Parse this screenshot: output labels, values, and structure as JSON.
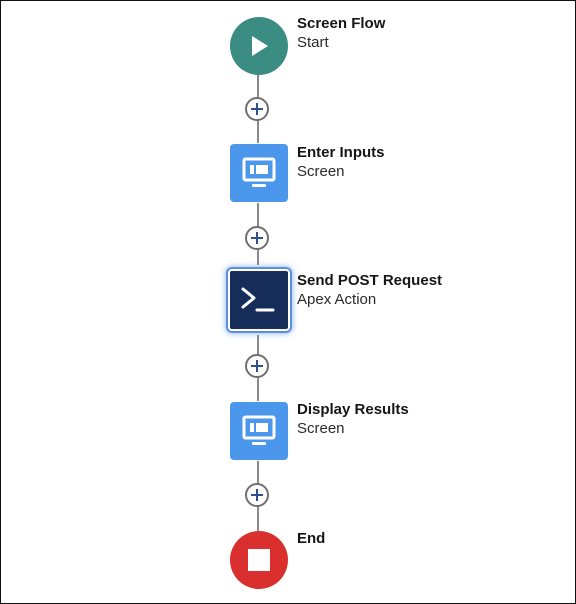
{
  "flow": {
    "nodes": [
      {
        "title": "Screen Flow",
        "subtitle": "Start",
        "icon": "play-icon",
        "color": "#3b8c82"
      },
      {
        "title": "Enter Inputs",
        "subtitle": "Screen",
        "icon": "screen-icon",
        "color": "#4a97ec"
      },
      {
        "title": "Send POST Request",
        "subtitle": "Apex Action",
        "icon": "apex-terminal-icon",
        "color": "#162d5a",
        "selected": true
      },
      {
        "title": "Display Results",
        "subtitle": "Screen",
        "icon": "screen-icon",
        "color": "#4a97ec"
      },
      {
        "title": "End",
        "subtitle": "",
        "icon": "stop-icon",
        "color": "#d9302f"
      }
    ],
    "add_buttons": [
      "add-element-icon",
      "add-element-icon",
      "add-element-icon",
      "add-element-icon"
    ]
  }
}
